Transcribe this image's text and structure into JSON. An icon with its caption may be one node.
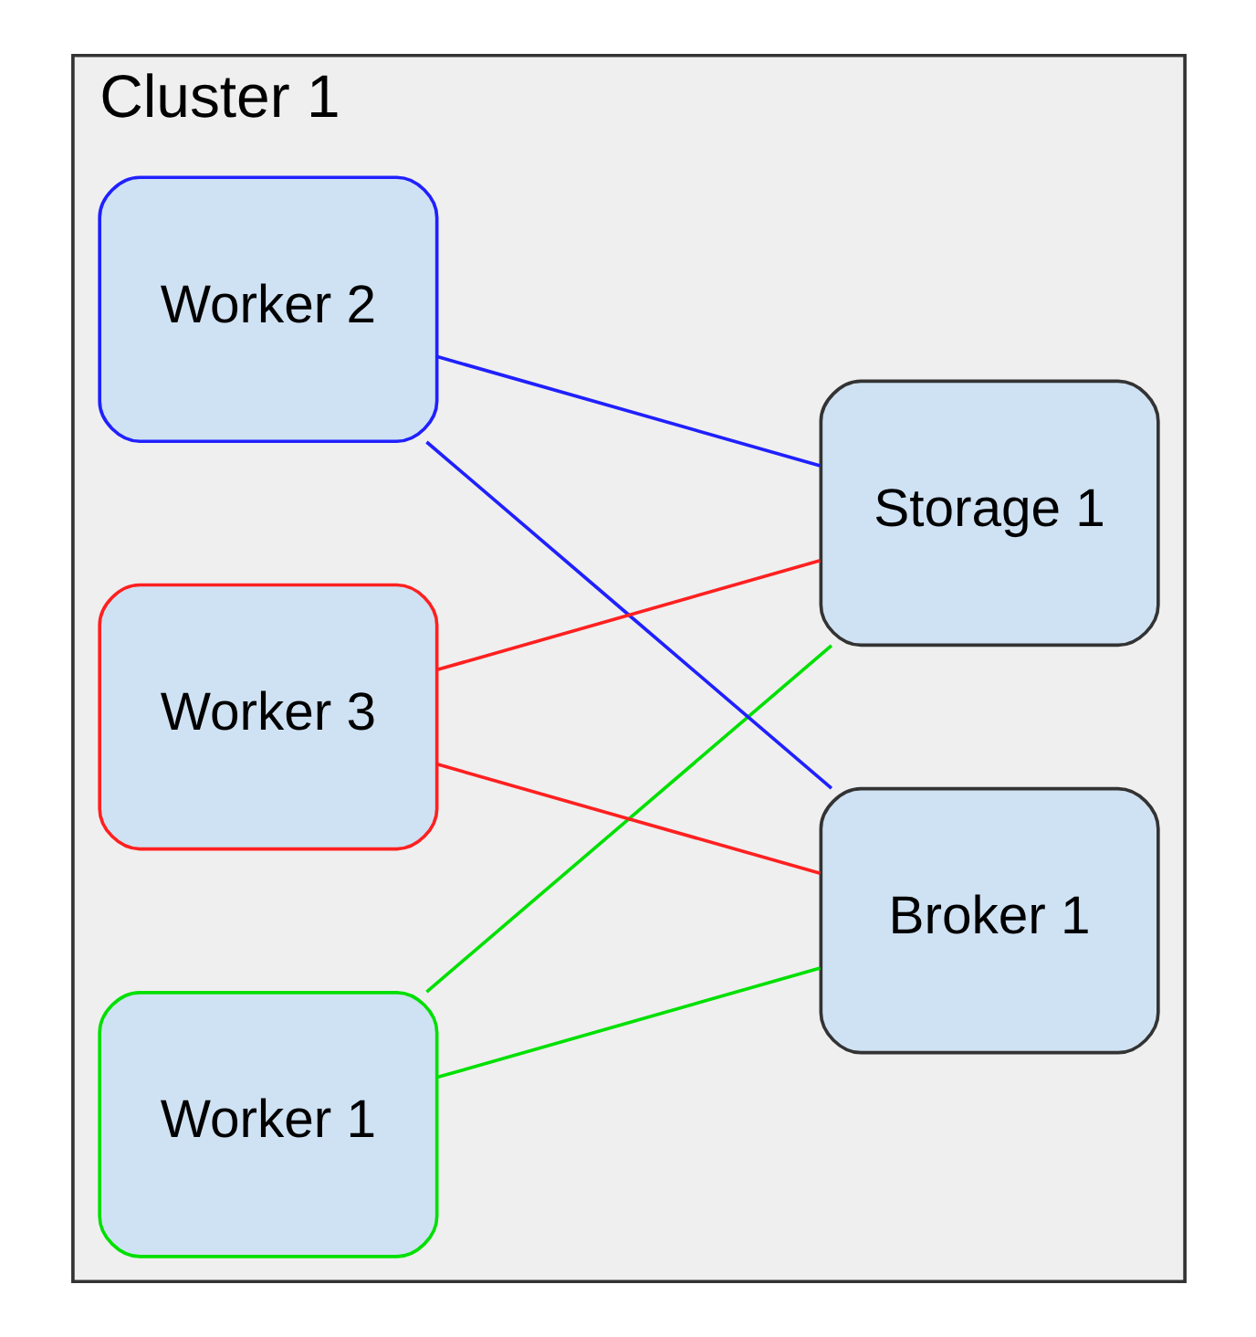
{
  "diagram": {
    "nodes": [
      {
        "text": [
          "Cluster 1"
        ]
      },
      {
        "text": [
          "Worker 1"
        ],
        "in": 0
      },
      {
        "text": [
          "Worker 2"
        ],
        "in": 0
      },
      {
        "text": [
          "Worker 3"
        ],
        "in": 0
      },
      {
        "text": [
          "Broker 1"
        ],
        "in": 0
      },
      {
        "text": [
          "Storage 1"
        ],
        "in": 0
      }
    ],
    "edges": [
      {
        "from": 1,
        "to": 4,
        "arrow": "none",
        "color": "#00e000"
      },
      {
        "from": 1,
        "to": 5,
        "arrow": "none",
        "color": "#00e000"
      },
      {
        "from": 2,
        "to": 4,
        "arrow": "none",
        "color": "#2020ff"
      },
      {
        "from": 2,
        "to": 5,
        "arrow": "none",
        "color": "#2020ff"
      },
      {
        "from": 3,
        "to": 4,
        "arrow": "none",
        "color": "#ff2020"
      },
      {
        "from": 3,
        "to": 5,
        "arrow": "none",
        "color": "#ff2020"
      }
    ]
  }
}
